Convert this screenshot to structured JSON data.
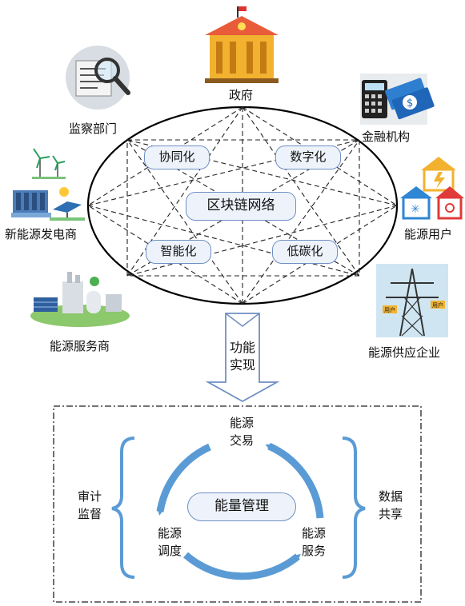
{
  "network": {
    "center": "区块链网络",
    "features": [
      "协同化",
      "数字化",
      "智能化",
      "低碳化"
    ]
  },
  "participants": {
    "government": "政府",
    "supervision": "监察部门",
    "finance": "金融机构",
    "new_energy_generator": "新能源发电商",
    "energy_user": "能源用户",
    "energy_service": "能源服务商",
    "energy_supplier": "能源供应企业"
  },
  "pylon_tags": [
    "用户",
    "用户"
  ],
  "arrow": {
    "line1": "功能",
    "line2": "实现"
  },
  "management": {
    "center": "能量管理",
    "trade": {
      "line1": "能源",
      "line2": "交易"
    },
    "dispatch": {
      "line1": "能源",
      "line2": "调度"
    },
    "service": {
      "line1": "能源",
      "line2": "服务"
    },
    "audit": {
      "line1": "审计",
      "line2": "监督"
    },
    "share": {
      "line1": "数据",
      "line2": "共享"
    }
  },
  "colors": {
    "accent": "#5b9bd5",
    "pill_border": "#6f8fc4",
    "pill_fill": "#eef3fb"
  }
}
